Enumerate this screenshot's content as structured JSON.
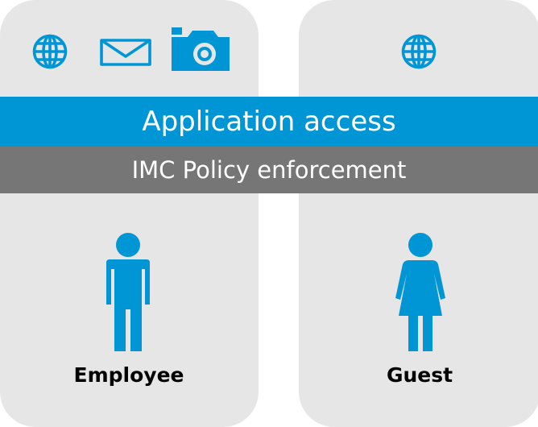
{
  "colors": {
    "accent_blue": "#0096d6",
    "panel_gray": "#e6e6e6",
    "enforcement_gray": "#767676"
  },
  "panels": [
    {
      "icons": [
        "globe-icon",
        "envelope-icon",
        "camera-icon"
      ],
      "person_icon": "male-person-icon",
      "label": "Employee"
    },
    {
      "icons": [
        "globe-icon"
      ],
      "person_icon": "female-person-icon",
      "label": "Guest"
    }
  ],
  "application_access": "Application access",
  "policy_enforcement": "IMC Policy enforcement"
}
